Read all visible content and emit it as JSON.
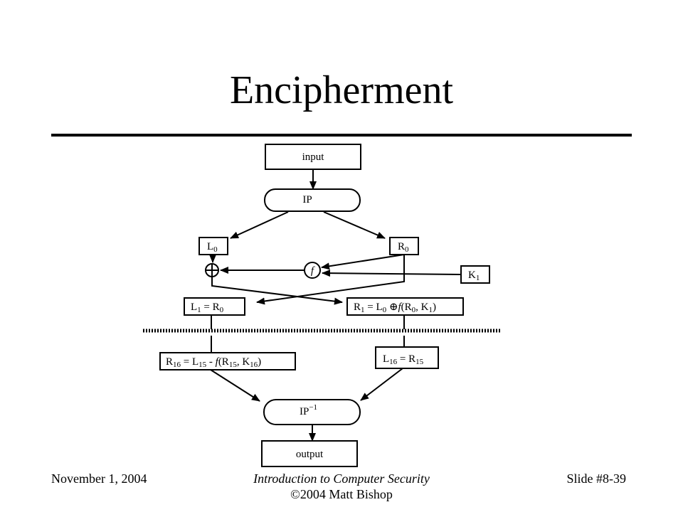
{
  "slide": {
    "title": "Encipherment",
    "footer_date": "November 1, 2004",
    "footer_course": "Introduction to Computer Security",
    "footer_author": "©2004 Matt Bishop",
    "footer_slide": "Slide #8-39"
  },
  "diagram": {
    "input": "input",
    "ip": "IP",
    "ip_inverse": "IP",
    "ip_inverse_sup": "−1",
    "output": "output",
    "l0": {
      "base": "L",
      "sub": "0"
    },
    "r0": {
      "base": "R",
      "sub": "0"
    },
    "k1": {
      "base": "K",
      "sub": "1"
    },
    "f": "f",
    "xor_symbol": "⊕",
    "l1": [
      "L",
      "1",
      " = R",
      "0"
    ],
    "r1": [
      "R",
      "1",
      " = L",
      "0",
      " ⊕",
      "f",
      "(R",
      "0",
      ", K",
      "1",
      ")"
    ],
    "r16": [
      "R",
      "16",
      " = L",
      "15",
      " - ",
      "f",
      "(R",
      "15",
      ", K",
      "16",
      ")"
    ],
    "l16": [
      "L",
      "16",
      " = R",
      "15"
    ]
  }
}
